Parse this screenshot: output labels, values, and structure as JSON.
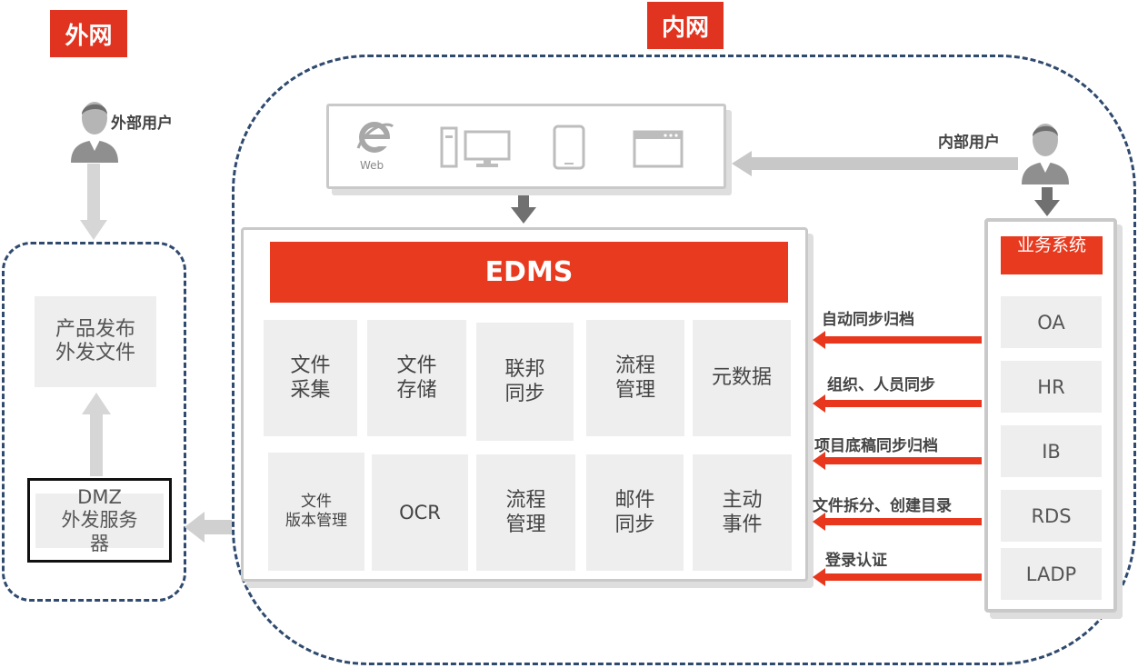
{
  "zones": {
    "external": "外网",
    "internal": "内网"
  },
  "users": {
    "external": "外部用户",
    "internal": "内部用户"
  },
  "dmz": {
    "publish_box": "产品发布\n外发文件",
    "server_box": "DMZ\n外发服务\n器"
  },
  "clients": {
    "web_label": "Web"
  },
  "edms": {
    "title": "EDMS",
    "modules_row1": [
      "文件\n采集",
      "文件\n存储",
      "联邦\n同步",
      "流程\n管理",
      "元数据"
    ],
    "modules_row2": [
      "文件\n版本管理",
      "OCR",
      "流程\n管理",
      "邮件\n同步",
      "主动\n事件"
    ]
  },
  "business": {
    "title": "业务系统",
    "systems": [
      "OA",
      "HR",
      "IB",
      "RDS",
      "LADP"
    ]
  },
  "integrations": [
    "自动同步归档",
    "组织、人员同步",
    "项目底稿同步归档",
    "文件拆分、创建目录",
    "登录认证"
  ],
  "colors": {
    "accent": "#e03420",
    "dashed_border": "#2f4a6e",
    "arrow_gray": "#c8c8c8",
    "panel_gray": "#eeeeee"
  },
  "icons": [
    "person-icon",
    "ie-browser-icon",
    "desktop-computer-icon",
    "tablet-icon",
    "browser-window-icon"
  ]
}
